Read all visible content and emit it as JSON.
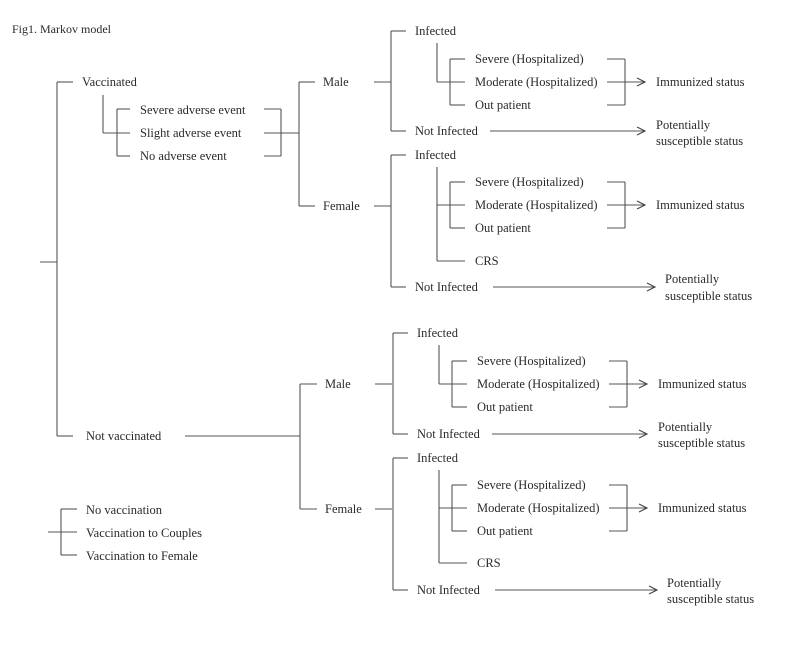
{
  "figure": {
    "title": "Fig1. Markov model"
  },
  "root": {
    "branches": {
      "vaccinated": "Vaccinated",
      "not_vaccinated": "Not vaccinated"
    }
  },
  "adverse_events": [
    "Severe adverse event",
    "Slight  adverse event",
    "No adverse event"
  ],
  "sex": {
    "male": "Male",
    "female": "Female"
  },
  "infection": {
    "infected": "Infected",
    "not_infected": "Not Infected",
    "severity": [
      "Severe (Hospitalized)",
      "Moderate (Hospitalized)",
      "Out patient"
    ],
    "crs": "CRS"
  },
  "outcomes": {
    "immunized": "Immunized  status",
    "potentially_line1": "Potentially",
    "potentially_line2": "susceptible status"
  },
  "strategies": [
    "No vaccination",
    "Vaccination to Couples",
    "Vaccination to Female"
  ]
}
